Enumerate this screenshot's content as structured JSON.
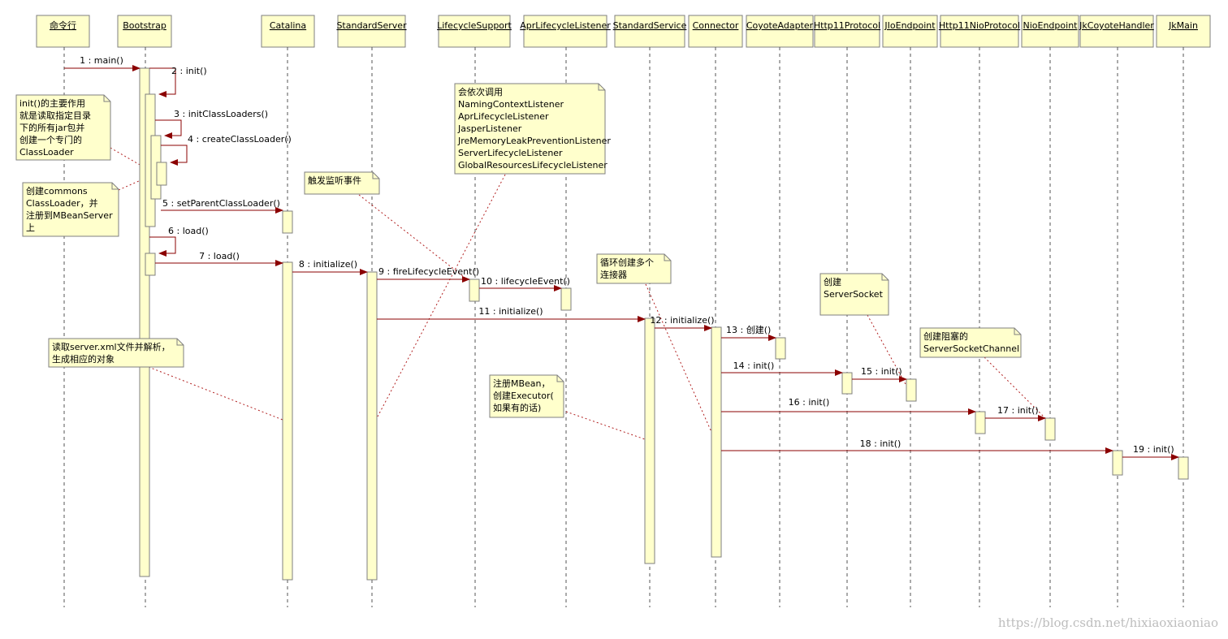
{
  "colors": {
    "box_fill": "#ffffcc",
    "box_stroke": "#7f7f7f",
    "msg": "#8b0000"
  },
  "lifelines": [
    "命令行",
    "Bootstrap",
    "Catalina",
    "StandardServer",
    "LifecycleSupport",
    "AprLifecycleListener",
    "StandardService",
    "Connector",
    "CoyoteAdapter",
    "Http11Protocol",
    "JIoEndpoint",
    "Http11NioProtocol",
    "NioEndpoint",
    "JkCoyoteHandler",
    "JkMain"
  ],
  "messages": [
    {
      "label": "1 : main()"
    },
    {
      "label": "2 : init()"
    },
    {
      "label": "3 : initClassLoaders()"
    },
    {
      "label": "4 : createClassLoader()"
    },
    {
      "label": "5 : setParentClassLoader()"
    },
    {
      "label": "6 : load()"
    },
    {
      "label": "7 : load()"
    },
    {
      "label": "8 : initialize()"
    },
    {
      "label": "9 : fireLifecycleEvent()"
    },
    {
      "label": "10 : lifecycleEvent()"
    },
    {
      "label": "11 : initialize()"
    },
    {
      "label": "12 : initialize()"
    },
    {
      "label": "13 : 创建()"
    },
    {
      "label": "14 : init()"
    },
    {
      "label": "15 : init()"
    },
    {
      "label": "16 : init()"
    },
    {
      "label": "17 : init()"
    },
    {
      "label": "18 : init()"
    },
    {
      "label": "19 : init()"
    }
  ],
  "notes": [
    {
      "lines": [
        "init()的主要作用",
        "就是读取指定目录",
        "下的所有jar包并",
        "创建一个专门的",
        "ClassLoader"
      ]
    },
    {
      "lines": [
        "创建commons",
        "ClassLoader，并",
        "注册到MBeanServer",
        "上"
      ]
    },
    {
      "lines": [
        "触发监听事件"
      ]
    },
    {
      "lines": [
        "会依次调用",
        "NamingContextListener",
        "AprLifecycleListener",
        "JasperListener",
        "JreMemoryLeakPreventionListener",
        "ServerLifecycleListener",
        "GlobalResourcesLifecycleListener"
      ]
    },
    {
      "lines": [
        "循环创建多个",
        "连接器"
      ]
    },
    {
      "lines": [
        "创建",
        "ServerSocket"
      ]
    },
    {
      "lines": [
        "创建阻塞的",
        "ServerSocketChannel"
      ]
    },
    {
      "lines": [
        "读取server.xml文件并解析，",
        "生成相应的对象"
      ]
    },
    {
      "lines": [
        "注册MBean，",
        "创建Executor(",
        "如果有的话)"
      ]
    }
  ],
  "watermark": "https://blog.csdn.net/hixiaoxiaoniao"
}
